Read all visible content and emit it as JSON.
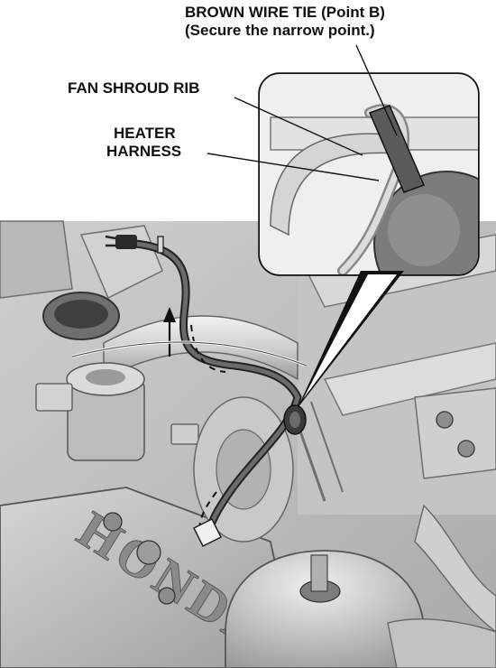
{
  "labels": {
    "brown_wire_tie_line1": "BROWN WIRE TIE (Point B)",
    "brown_wire_tie_line2": "(Secure the narrow point.)",
    "fan_shroud_rib": "FAN SHROUD RIB",
    "heater_harness_line1": "HEATER",
    "heater_harness_line2": "HARNESS"
  },
  "engraving_text": "HONDA",
  "colors": {
    "ink": "#111111",
    "metal_light": "#d8d8d8",
    "metal_mid": "#b3b3b3",
    "metal_dark": "#7a7a7a",
    "tie_band": "#5a5a5a"
  }
}
